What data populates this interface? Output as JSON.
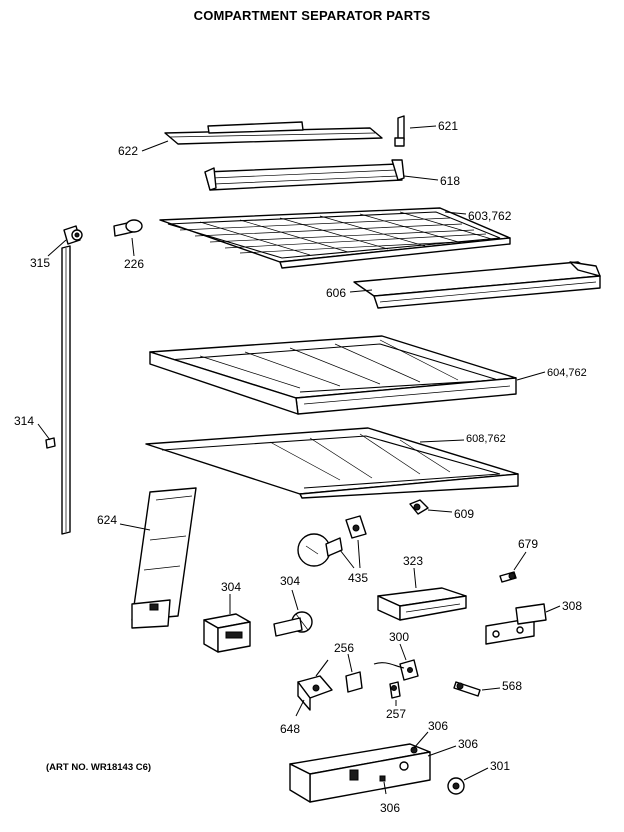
{
  "title": "COMPARTMENT SEPARATOR PARTS",
  "art_number": "(ART NO. WR18143 C6)",
  "callouts": {
    "c621": "621",
    "c622": "622",
    "c618": "618",
    "c603": "603,762",
    "c315": "315",
    "c226": "226",
    "c606": "606",
    "c604": "604,762",
    "c314": "314",
    "c608": "608,762",
    "c609": "609",
    "c624": "624",
    "c435": "435",
    "c323": "323",
    "c679": "679",
    "c304a": "304",
    "c304b": "304",
    "c308": "308",
    "c256": "256",
    "c300": "300",
    "c568": "568",
    "c648": "648",
    "c257": "257",
    "c306a": "306",
    "c306b": "306",
    "c306c": "306",
    "c301": "301"
  }
}
